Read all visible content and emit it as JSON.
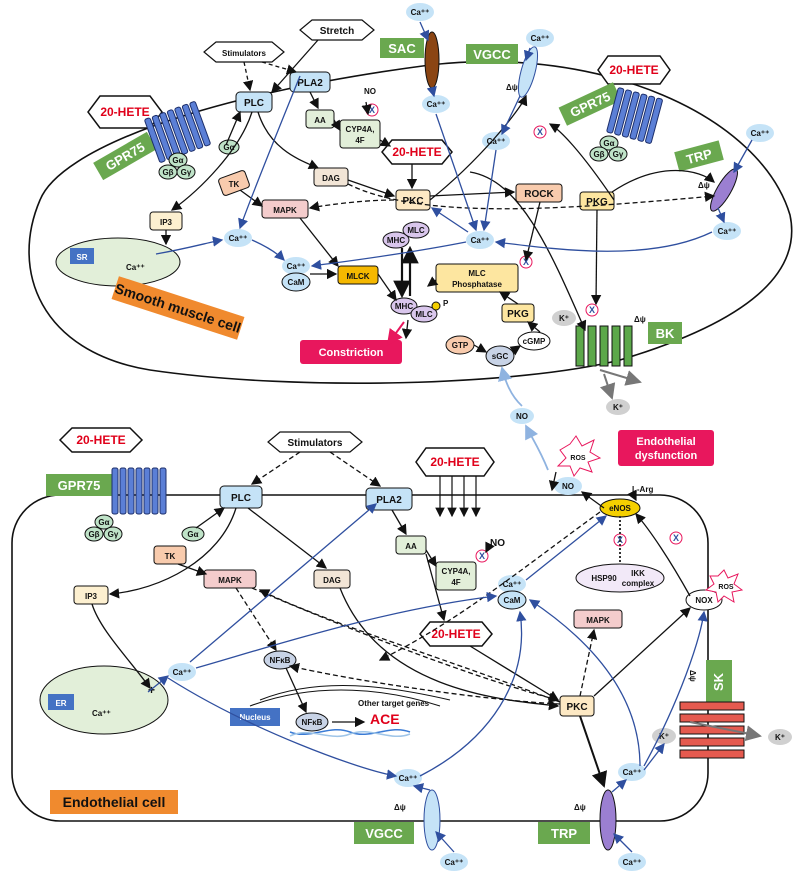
{
  "smc": {
    "cell_label": "Smooth muscle cell",
    "stretch": "Stretch",
    "stimulators": "Stimulators",
    "hete": "20-HETE",
    "gpr75": "GPR75",
    "sac": "SAC",
    "vgcc": "VGCC",
    "trp": "TRP",
    "bk": "BK",
    "plc": "PLC",
    "pla2": "PLA2",
    "aa": "AA",
    "no": "NO",
    "cyp_a": "CYP4A,",
    "cyp_b": "4F",
    "dag": "DAG",
    "pkc": "PKC",
    "rock": "ROCK",
    "pkg": "PKG",
    "tk": "TK",
    "mapk": "MAPK",
    "ip3": "IP3",
    "sr": "SR",
    "ca": "Ca⁺⁺",
    "cam": "CaM",
    "mlck": "MLCK",
    "mhc": "MHC",
    "mlc": "MLC",
    "p": "P",
    "mlcp_a": "MLC",
    "mlcp_b": "Phosphatase",
    "constriction": "Constriction",
    "gtp": "GTP",
    "sgc": "sGC",
    "cgmp": "cGMP",
    "k": "K⁺",
    "dpsi": "Δψ",
    "ga": "Gα",
    "gb": "Gβ",
    "gy": "Gγ"
  },
  "ec": {
    "cell_label": "Endothelial cell",
    "hete": "20-HETE",
    "stimulators": "Stimulators",
    "gpr75": "GPR75",
    "plc": "PLC",
    "pla2": "PLA2",
    "tk": "TK",
    "mapk": "MAPK",
    "dag": "DAG",
    "aa": "AA",
    "no": "NO",
    "cyp_a": "CYP4A,",
    "cyp_b": "4F",
    "ip3": "IP3",
    "er": "ER",
    "ca": "Ca⁺⁺",
    "cam": "CaM",
    "nfkb": "NFκB",
    "nucleus": "Nucleus",
    "ace": "ACE",
    "other_genes": "Other target genes",
    "pkc": "PKC",
    "enos": "eNOS",
    "larg": "L-Arg",
    "hsp90": "HSP90",
    "ikk_a": "IKK",
    "ikk_b": "complex",
    "nox": "NOX",
    "ros": "ROS",
    "sk": "SK",
    "vgcc": "VGCC",
    "trp": "TRP",
    "k": "K⁺",
    "plus": "+",
    "dpsi": "Δψ",
    "dysfunction_a": "Endothelial",
    "dysfunction_b": "dysfunction",
    "ga": "Gα",
    "gb": "Gβ",
    "gy": "Gγ"
  },
  "colors": {
    "green": "#6aa84f",
    "orange": "#f08a2e",
    "receptor_blue": "#5b7fd6",
    "light_blue": "#c5e3f7",
    "box_peach": "#f8cbad",
    "box_pink": "#f4cccc",
    "box_yellow": "#fde6a0",
    "box_gold": "#f5b800",
    "magenta": "#e8175d",
    "hete_red": "#e0001a",
    "arrow_blue": "#2f4f9f"
  }
}
